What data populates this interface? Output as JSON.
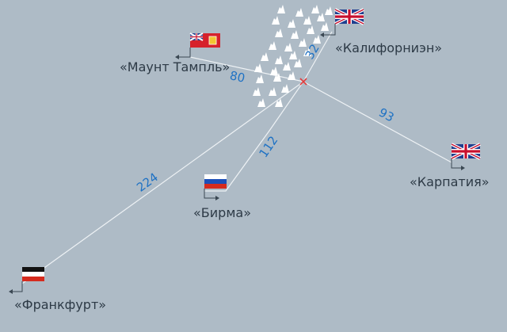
{
  "colors": {
    "background": "#aebbc6",
    "route": "#eef2f5",
    "ice": "#ffffff",
    "distance_text": "#1f72c4",
    "label_text": "#2d3a46",
    "sinking_marker": "#e03a3a"
  },
  "ships": [
    {
      "id": "californian",
      "label": "«Калифорниэн»",
      "flag": "uk-flag"
    },
    {
      "id": "mount-temple",
      "label": "«Маунт Тампль»",
      "flag": "canada-red-ensign-flag"
    },
    {
      "id": "carpathia",
      "label": "«Карпатия»",
      "flag": "uk-flag"
    },
    {
      "id": "birma",
      "label": "«Бирма»",
      "flag": "russia-flag"
    },
    {
      "id": "frankfurt",
      "label": "«Франкфурт»",
      "flag": "german-empire-flag"
    }
  ],
  "distances": {
    "californian": "32",
    "mount_temple": "80",
    "carpathia": "93",
    "birma": "112",
    "frankfurt": "224"
  },
  "icons": {
    "sinking_point": "cross-marker-icon",
    "iceberg": "iceberg-icon"
  }
}
